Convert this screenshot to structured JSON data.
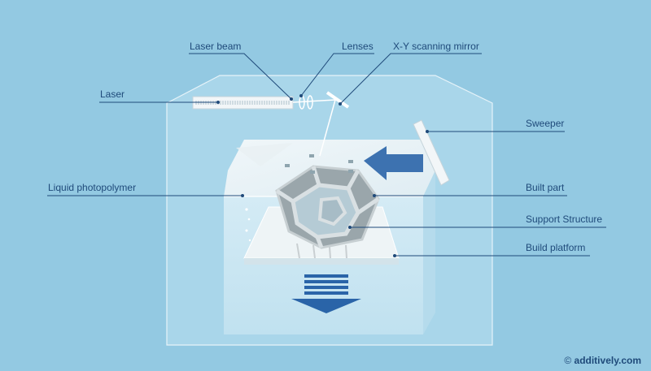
{
  "labels": {
    "laser_beam": "Laser beam",
    "lenses": "Lenses",
    "xy_mirror": "X-Y scanning mirror",
    "laser": "Laser",
    "sweeper": "Sweeper",
    "liquid_photopolymer": "Liquid photopolymer",
    "built_part": "Built part",
    "support_structure": "Support Structure",
    "build_platform": "Build platform"
  },
  "credit": {
    "symbol": "©",
    "brand": "additively.com"
  },
  "colors": {
    "background": "#93c9e2",
    "leader_line": "#1f4a7a",
    "arrow": "#2a64a8"
  }
}
